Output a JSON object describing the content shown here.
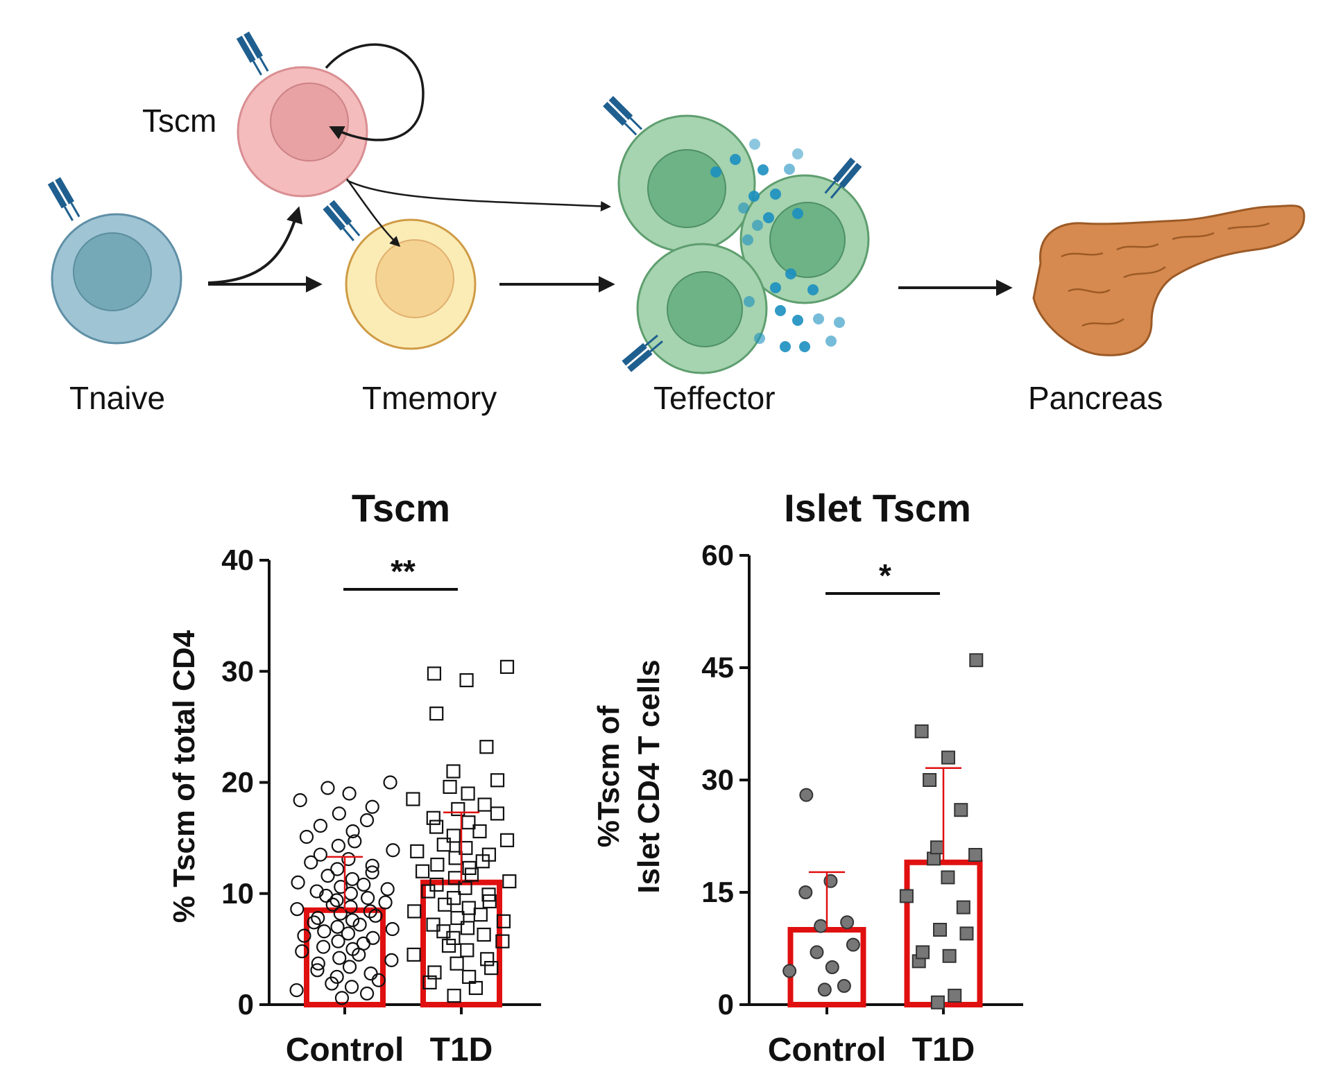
{
  "diagram": {
    "labels": {
      "tnaive": "Tnaive",
      "tscm": "Tscm",
      "tmemory": "Tmemory",
      "teffector": "Teffector",
      "pancreas": "Pancreas"
    },
    "colors": {
      "naive": "#9fc4d4",
      "naive_nucleus": "#76a9b7",
      "tscm": "#f4bcbc",
      "tscm_nucleus": "#e8a2a4",
      "memory": "#fbecb6",
      "memory_nucleus": "#f5d392",
      "effector": "#a6d3b0",
      "effector_nucleus": "#6db385",
      "receptor": "#1f5f8f",
      "cytokine": "#1b8fc0",
      "pancreas": "#d68a4f"
    },
    "icons": [
      "tcr-receptor-icon",
      "cytokine-dots-icon",
      "pancreas-icon"
    ]
  },
  "chart_data": [
    {
      "type": "bar",
      "title": "Tscm",
      "ylabel": "% Tscm of total CD4",
      "categories": [
        "Control",
        "T1D"
      ],
      "values": [
        8.5,
        11.0
      ],
      "sd": [
        4.8,
        6.3
      ],
      "ylim": [
        0,
        40
      ],
      "yticks": [
        0,
        10,
        20,
        30,
        40
      ],
      "significance": "**",
      "series_points": [
        [
          0.6,
          1.0,
          1.3,
          1.6,
          1.9,
          2.2,
          2.5,
          2.8,
          3.1,
          3.4,
          3.7,
          4.0,
          4.2,
          4.5,
          4.8,
          5.0,
          5.2,
          5.5,
          5.7,
          6.0,
          6.2,
          6.4,
          6.6,
          6.8,
          7.0,
          7.2,
          7.4,
          7.6,
          7.8,
          8.0,
          8.2,
          8.4,
          8.6,
          8.8,
          9.0,
          9.2,
          9.4,
          9.6,
          9.8,
          10.0,
          10.2,
          10.4,
          10.6,
          10.8,
          11.0,
          11.3,
          11.6,
          11.9,
          12.2,
          12.5,
          12.8,
          13.1,
          13.5,
          13.9,
          14.3,
          14.7,
          15.1,
          15.6,
          16.1,
          16.6,
          17.2,
          17.8,
          18.4,
          19.0,
          19.5,
          20.0
        ],
        [
          0.8,
          1.5,
          2.0,
          2.5,
          2.9,
          3.3,
          3.7,
          4.1,
          4.5,
          4.9,
          5.3,
          5.7,
          6.0,
          6.3,
          6.6,
          6.9,
          7.2,
          7.5,
          7.8,
          8.1,
          8.4,
          8.7,
          9.0,
          9.3,
          9.6,
          9.9,
          10.2,
          10.5,
          10.8,
          11.1,
          11.4,
          11.7,
          12.0,
          12.3,
          12.6,
          12.9,
          13.2,
          13.5,
          13.8,
          14.1,
          14.4,
          14.8,
          15.2,
          15.6,
          16.0,
          16.4,
          16.8,
          17.2,
          17.6,
          18.0,
          18.5,
          19.0,
          19.6,
          20.2,
          21.0,
          23.2,
          26.2,
          29.2,
          29.8,
          30.4
        ]
      ],
      "marker": [
        "open-circle",
        "open-square"
      ]
    },
    {
      "type": "bar",
      "title": "Islet  Tscm",
      "ylabel": "%Tscm of Islet CD4 T cells",
      "ylabel_lines": [
        "%Tscm of",
        "Islet CD4 T cells"
      ],
      "categories": [
        "Control",
        "T1D"
      ],
      "values": [
        10.0,
        19.0
      ],
      "sd": [
        7.7,
        12.6
      ],
      "ylim": [
        0,
        60
      ],
      "yticks": [
        0,
        15,
        30,
        45,
        60
      ],
      "significance": "*",
      "series_points": [
        [
          2.0,
          2.5,
          4.5,
          5.0,
          7.0,
          8.0,
          10.5,
          11.0,
          15.0,
          16.5,
          28.0
        ],
        [
          0.3,
          1.2,
          5.8,
          6.5,
          7.0,
          9.5,
          10.0,
          13.0,
          14.5,
          17.0,
          19.5,
          20.0,
          21.0,
          26.0,
          30.0,
          33.0,
          36.5,
          46.0
        ]
      ],
      "marker": [
        "filled-circle",
        "filled-square"
      ]
    }
  ]
}
